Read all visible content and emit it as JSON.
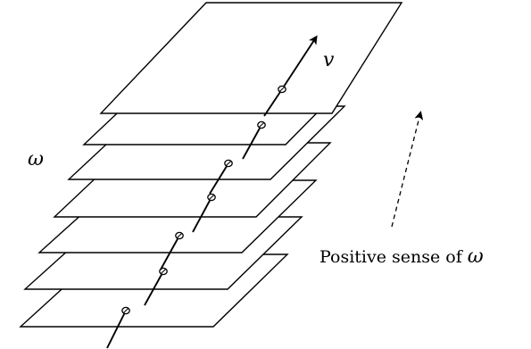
{
  "labels": {
    "vector": "v",
    "form": "ω",
    "sense_text": "Positive sense of ",
    "sense_symbol": "ω"
  }
}
